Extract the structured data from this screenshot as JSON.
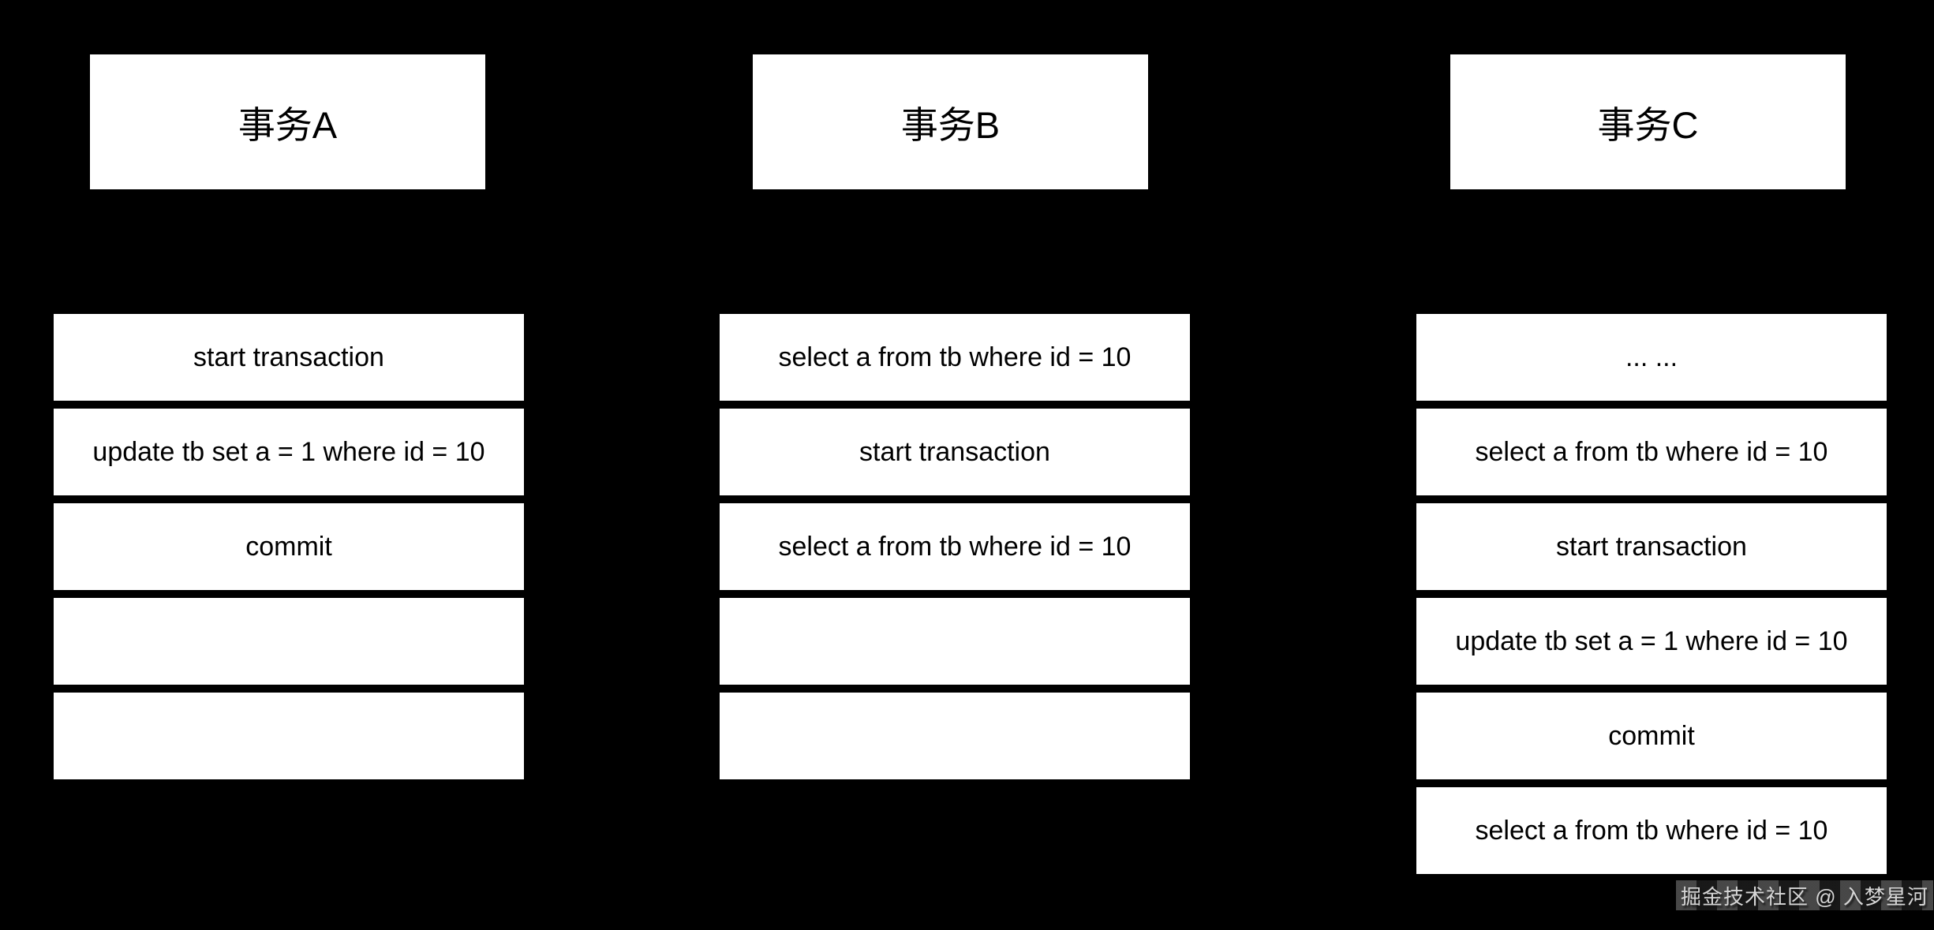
{
  "canvas": {
    "background_color": "#000000",
    "box_fill_color": "#ffffff",
    "box_border_color": "#000000",
    "text_color": "#000000"
  },
  "columns": [
    {
      "header": "事务A",
      "rows": [
        "start transaction",
        "update tb set a = 1 where id = 10",
        "commit",
        "",
        ""
      ]
    },
    {
      "header": "事务B",
      "rows": [
        "select a from tb where id = 10",
        "start transaction",
        "select a from tb where id = 10",
        "",
        ""
      ]
    },
    {
      "header": "事务C",
      "rows": [
        "... ...",
        "select a from tb where id = 10",
        "start transaction",
        "update tb set a = 1 where id = 10",
        "commit",
        "select a from tb where id = 10"
      ]
    }
  ],
  "watermark": {
    "text": "掘金技术社区 @ 入梦星河",
    "text_color": "#d6d6d6"
  }
}
